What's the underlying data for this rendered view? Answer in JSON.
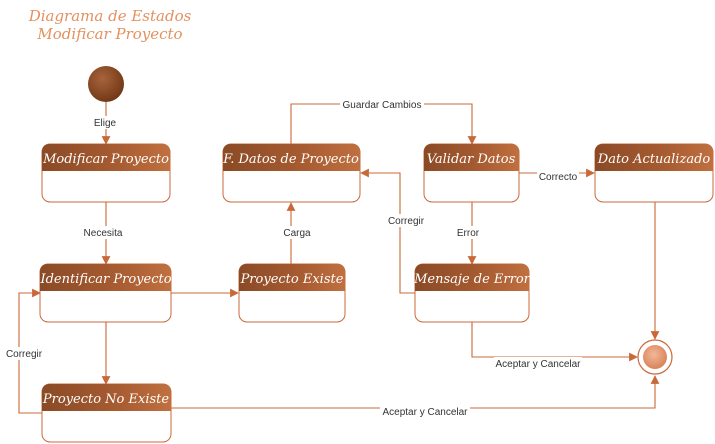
{
  "title": {
    "line1": "Diagrama de Estados",
    "line2": "Modificar Proyecto"
  },
  "states": {
    "modificar": "Modificar Proyecto",
    "datos": "F. Datos de Proyecto",
    "validar": "Validar Datos",
    "actualizado": "Dato Actualizado",
    "identificar": "Identificar Proyecto",
    "existe": "Proyecto Existe",
    "error": "Mensaje de Error",
    "no_existe": "Proyecto No Existe"
  },
  "transitions": {
    "elige": "Elige",
    "necesita": "Necesita",
    "carga": "Carga",
    "guardar": "Guardar Cambios",
    "correcto": "Correcto",
    "error": "Error",
    "corregir_datos": "Corregir",
    "corregir_identificar": "Corregir",
    "aceptar_error": "Aceptar y Cancelar",
    "aceptar_no_existe": "Aceptar y Cancelar"
  },
  "colors": {
    "header_dark": "#8a4a26",
    "header_light": "#b8683a",
    "stroke": "#c8693a",
    "title": "#e3915f",
    "final_fill": "#e8a07a"
  }
}
